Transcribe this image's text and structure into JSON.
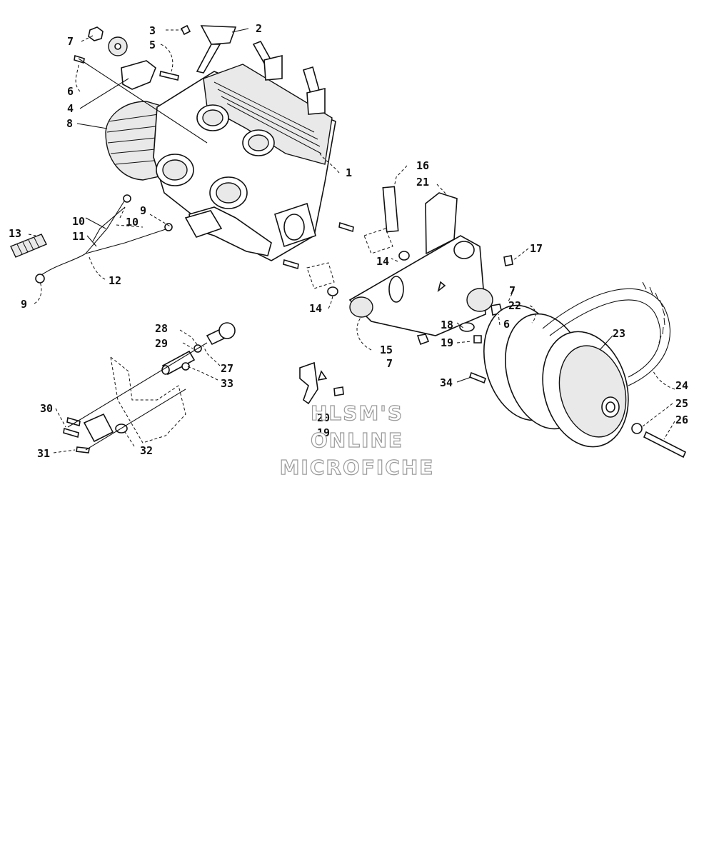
{
  "labels": {
    "l1": "1",
    "l2": "2",
    "l3": "3",
    "l4": "4",
    "l5": "5",
    "l6": "6",
    "l6b": "6",
    "l7": "7",
    "l7b": "7",
    "l7c": "7",
    "l8": "8",
    "l9": "9",
    "l9b": "9",
    "l10": "10",
    "l10b": "10",
    "l11": "11",
    "l12": "12",
    "l13": "13",
    "l14": "14",
    "l14b": "14",
    "l15": "15",
    "l16": "16",
    "l17": "17",
    "l18": "18",
    "l19": "19",
    "l19b": "19",
    "l20": "20",
    "l21": "21",
    "l22": "22",
    "l23": "23",
    "l24": "24",
    "l25": "25",
    "l26": "26",
    "l27": "27",
    "l28": "28",
    "l29": "29",
    "l30": "30",
    "l31": "31",
    "l32": "32",
    "l33": "33",
    "l34": "34"
  },
  "watermark": {
    "line1": "HLSM'S",
    "line2": "ONLINE",
    "line3": "MICROFICHE"
  }
}
